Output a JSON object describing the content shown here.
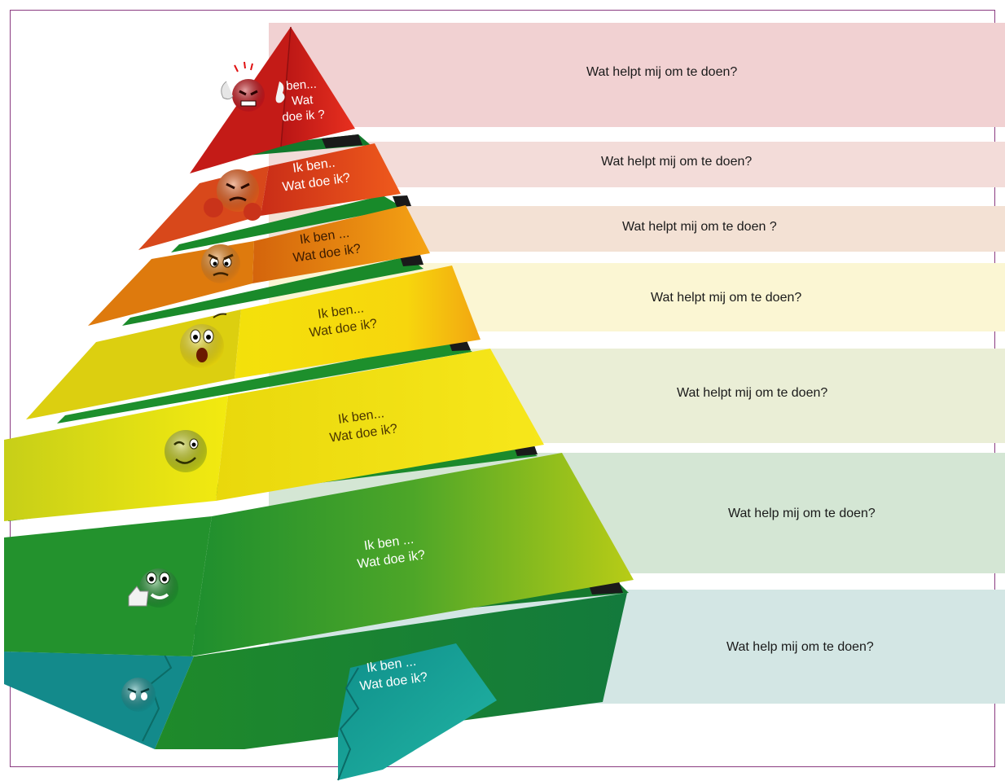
{
  "bands": [
    {
      "text": "Wat helpt mij om te doen?",
      "color": "#f1d1d2"
    },
    {
      "text": "Wat helpt mij om te doen?",
      "color": "#f3dcd9"
    },
    {
      "text": "Wat helpt mij om te doen ?",
      "color": "#f3e1d4"
    },
    {
      "text": "Wat helpt mij om te doen?",
      "color": "#fbf6d3"
    },
    {
      "text": "Wat helpt mij om te doen?",
      "color": "#eaeed6"
    },
    {
      "text": "Wat help mij om te doen?",
      "color": "#d4e6d4"
    },
    {
      "text": "Wat help mij om te doen?",
      "color": "#d3e6e4"
    }
  ],
  "tiers": [
    {
      "line1": "ben...",
      "line2": "Wat",
      "line3": "doe ik ?",
      "emotion": "furious-smoking-face-icon",
      "color": "#d4231f"
    },
    {
      "line1": "Ik ben..",
      "line2": "Wat doe ik?",
      "emotion": "angry-boxing-face-icon",
      "color": "#e4421e"
    },
    {
      "line1": "Ik ben ...",
      "line2": "Wat doe ik?",
      "emotion": "angry-frown-face-icon",
      "color": "#ec7d16"
    },
    {
      "line1": "Ik ben...",
      "line2": "Wat doe ik?",
      "emotion": "surprised-face-icon",
      "color": "#f4c90c"
    },
    {
      "line1": "Ik ben...",
      "line2": "Wat doe ik?",
      "emotion": "winking-face-icon",
      "color": "#e9e00e"
    },
    {
      "line1": "Ik ben ...",
      "line2": "Wat doe ik?",
      "emotion": "thumbs-up-face-icon",
      "color": "#6fae1e"
    },
    {
      "line1": "Ik ben ...",
      "line2": "Wat doe ik?",
      "emotion": "sad-face-icon",
      "color": "#169f98"
    }
  ],
  "frame_color": "#8a3b80"
}
